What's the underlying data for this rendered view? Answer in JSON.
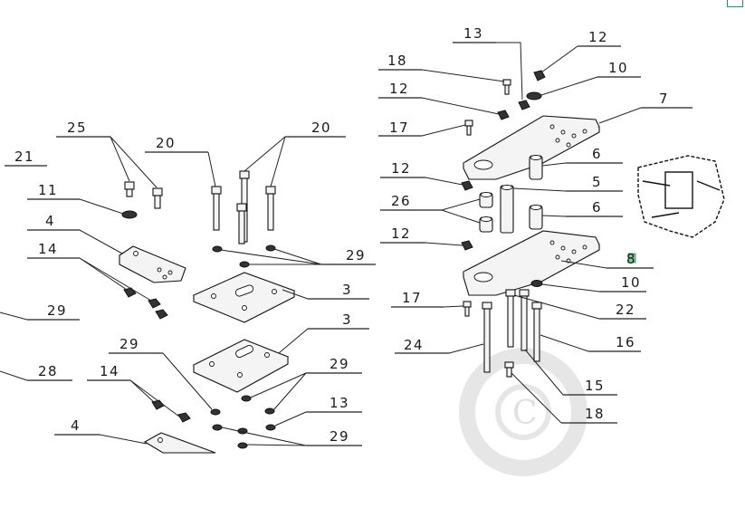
{
  "diagram": {
    "watermark_letter": "C",
    "colors": {
      "line": "#222222",
      "part_fill": "#f4f4f4",
      "watermark": "#e6e6e6",
      "highlight": "#7fcf9a"
    },
    "callouts": [
      {
        "id": "c-13-top",
        "text": "13"
      },
      {
        "id": "c-12-top",
        "text": "12"
      },
      {
        "id": "c-18-top",
        "text": "18"
      },
      {
        "id": "c-10-top",
        "text": "10"
      },
      {
        "id": "c-12-a",
        "text": "12"
      },
      {
        "id": "c-7",
        "text": "7"
      },
      {
        "id": "c-17-top",
        "text": "17"
      },
      {
        "id": "c-25",
        "text": "25"
      },
      {
        "id": "c-20-a",
        "text": "20"
      },
      {
        "id": "c-20-b",
        "text": "20"
      },
      {
        "id": "c-6-a",
        "text": "6"
      },
      {
        "id": "c-21",
        "text": "21"
      },
      {
        "id": "c-12-b",
        "text": "12"
      },
      {
        "id": "c-5",
        "text": "5"
      },
      {
        "id": "c-11",
        "text": "11"
      },
      {
        "id": "c-26",
        "text": "26"
      },
      {
        "id": "c-6-b",
        "text": "6"
      },
      {
        "id": "c-4-top",
        "text": "4"
      },
      {
        "id": "c-12-c",
        "text": "12"
      },
      {
        "id": "c-29-a",
        "text": "29"
      },
      {
        "id": "c-14-top",
        "text": "14"
      },
      {
        "id": "c-8",
        "text": "8"
      },
      {
        "id": "c-10-b",
        "text": "10"
      },
      {
        "id": "c-3-a",
        "text": "3"
      },
      {
        "id": "c-17-b",
        "text": "17"
      },
      {
        "id": "c-22",
        "text": "22"
      },
      {
        "id": "c-29-b",
        "text": "29"
      },
      {
        "id": "c-3-b",
        "text": "3"
      },
      {
        "id": "c-29-c",
        "text": "29"
      },
      {
        "id": "c-24",
        "text": "24"
      },
      {
        "id": "c-16",
        "text": "16"
      },
      {
        "id": "c-28",
        "text": "28"
      },
      {
        "id": "c-14-b",
        "text": "14"
      },
      {
        "id": "c-29-d",
        "text": "29"
      },
      {
        "id": "c-15",
        "text": "15"
      },
      {
        "id": "c-13-b",
        "text": "13"
      },
      {
        "id": "c-18-b",
        "text": "18"
      },
      {
        "id": "c-4-b",
        "text": "4"
      },
      {
        "id": "c-29-e",
        "text": "29"
      }
    ]
  }
}
